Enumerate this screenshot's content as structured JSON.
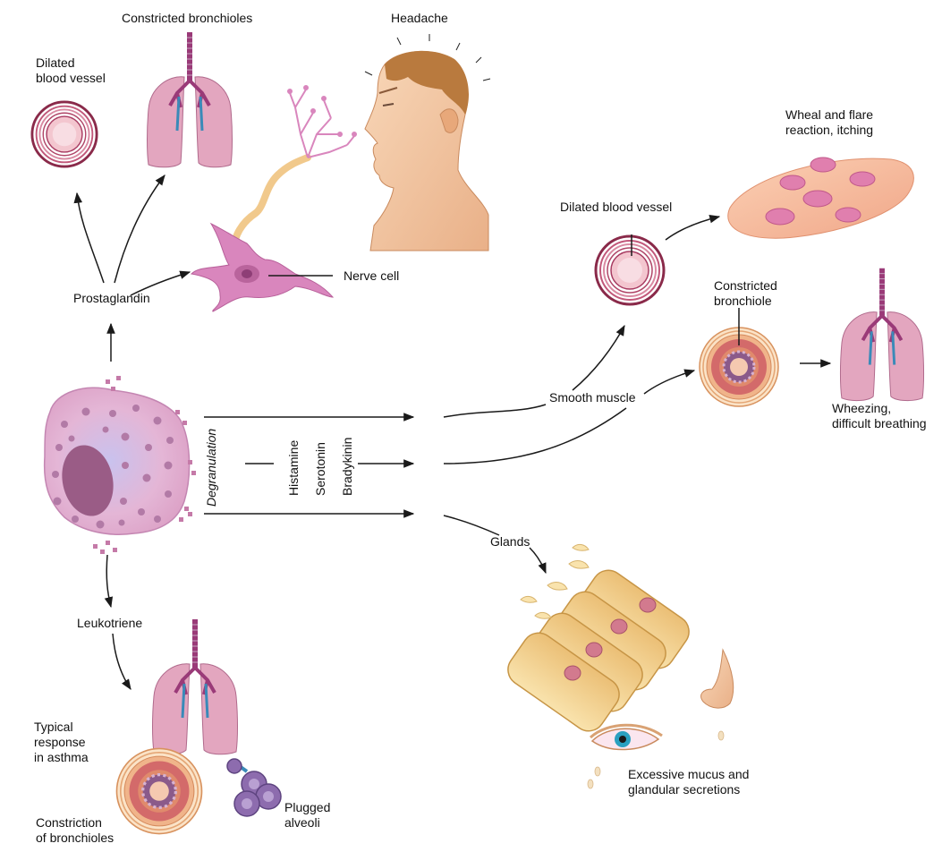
{
  "labels": {
    "constricted_bronchioles_top": "Constricted bronchioles",
    "headache": "Headache",
    "dilated_vessel_left": "Dilated\nblood vessel",
    "nerve_cell": "Nerve cell",
    "prostaglandin": "Prostaglandin",
    "wheal": "Wheal and flare\nreaction, itching",
    "dilated_vessel_right": "Dilated blood vessel",
    "constricted_bronchiole_right": "Constricted\nbronchiole",
    "smooth_muscle": "Smooth muscle",
    "wheezing": "Wheezing,\ndifficult breathing",
    "degranulation": "Degranulation",
    "histamine": "Histamine",
    "serotonin": "Serotonin",
    "bradykinin": "Bradykinin",
    "glands": "Glands",
    "leukotriene": "Leukotriene",
    "typical_response": "Typical\nresponse\nin asthma",
    "plugged_alveoli": "Plugged\nalveoli",
    "constriction_bronchioles": "Constriction\nof bronchioles",
    "excessive_mucus": "Excessive mucus and\nglandular secretions"
  },
  "colors": {
    "arrow": "#1a1a1a",
    "lung_fill": "#e3a6bf",
    "lung_stroke": "#b06a8c",
    "trachea": "#9a3a78",
    "bronchi_blue": "#3a8ab8",
    "vessel_outer": "#8a2a4a",
    "vessel_inner": "#f3c6cf",
    "mast_cell": "#e6b3d2",
    "mast_granule": "#b27aa6",
    "mast_nucleus": "#9a5c86",
    "nerve": "#d986bd",
    "axon": "#f1c98c",
    "skin": "#f1c9a0",
    "skin_shade": "#d9a274",
    "hair": "#b97a3e",
    "skin_patch": "#f3b08e",
    "wheal": "#e07fae",
    "gland_cell": "#f6d79a",
    "gland_nucleus": "#d27a8e",
    "bronchiole_outer": "#f0b48a",
    "bronchiole_mid": "#d36a6a",
    "bronchiole_inner": "#8b5a8a",
    "alveoli": "#8d6cae",
    "eye_iris": "#2aa0c0"
  },
  "icons": [
    "mast-cell",
    "dilated-vessel",
    "lungs",
    "nerve-cell",
    "head-profile",
    "skin-patch",
    "bronchiole-cross-section",
    "gland-cells",
    "nose",
    "eye",
    "alveoli"
  ]
}
